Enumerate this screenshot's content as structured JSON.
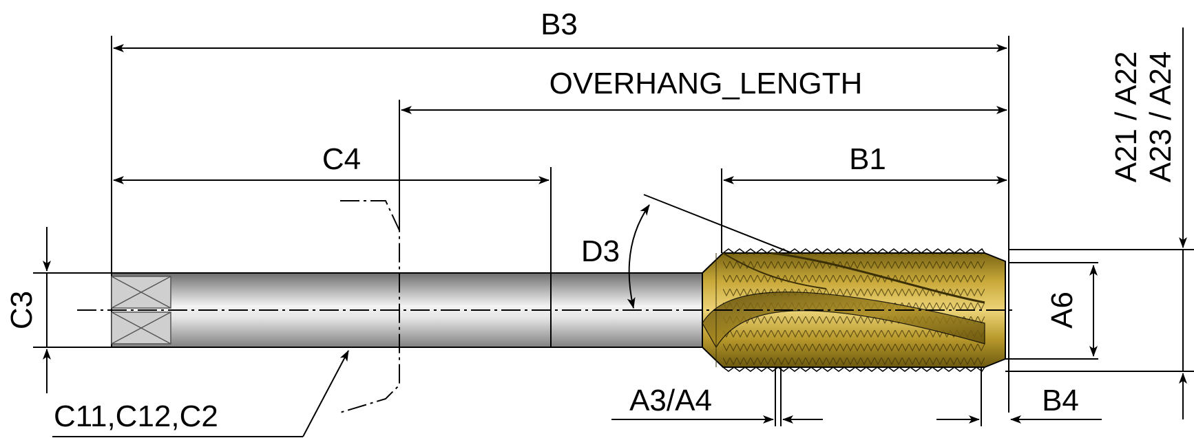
{
  "labels": {
    "b3": "B3",
    "overhang": "OVERHANG_LENGTH",
    "c4": "C4",
    "b1": "B1",
    "d3": "D3",
    "c3": "C3",
    "a6": "A6",
    "a3a4": "A3/A4",
    "b4": "B4",
    "c11c12c2": "C11,C12,C2",
    "a21a22": "A21 / A22",
    "a23a24": "A23 / A24"
  },
  "colors": {
    "line": "#000000",
    "shank_dark": "#7a7a7a",
    "shank_light": "#f2f2f2",
    "thread_dark": "#6b5a10",
    "thread_mid": "#b89a2a",
    "thread_light": "#e8cf6a"
  }
}
